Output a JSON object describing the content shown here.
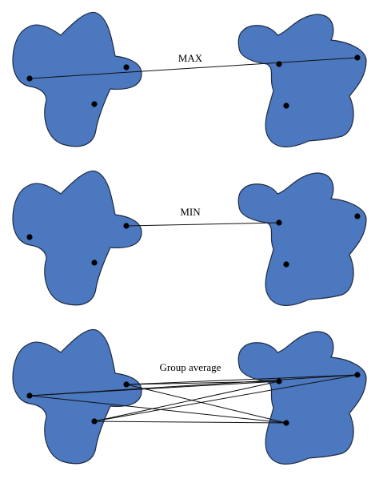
{
  "colors": {
    "cluster_fill": "#4b78be",
    "cluster_stroke": "#1f2a44",
    "line": "#111111",
    "point": "#000000"
  },
  "panels": [
    {
      "label": "MAX",
      "links": [
        [
          0,
          4
        ]
      ]
    },
    {
      "label": "MIN",
      "links": [
        [
          1,
          3
        ]
      ]
    },
    {
      "label": "Group average",
      "links": [
        [
          0,
          3
        ],
        [
          0,
          4
        ],
        [
          0,
          5
        ],
        [
          1,
          3
        ],
        [
          1,
          4
        ],
        [
          1,
          5
        ],
        [
          2,
          3
        ],
        [
          2,
          4
        ],
        [
          2,
          5
        ]
      ]
    }
  ]
}
